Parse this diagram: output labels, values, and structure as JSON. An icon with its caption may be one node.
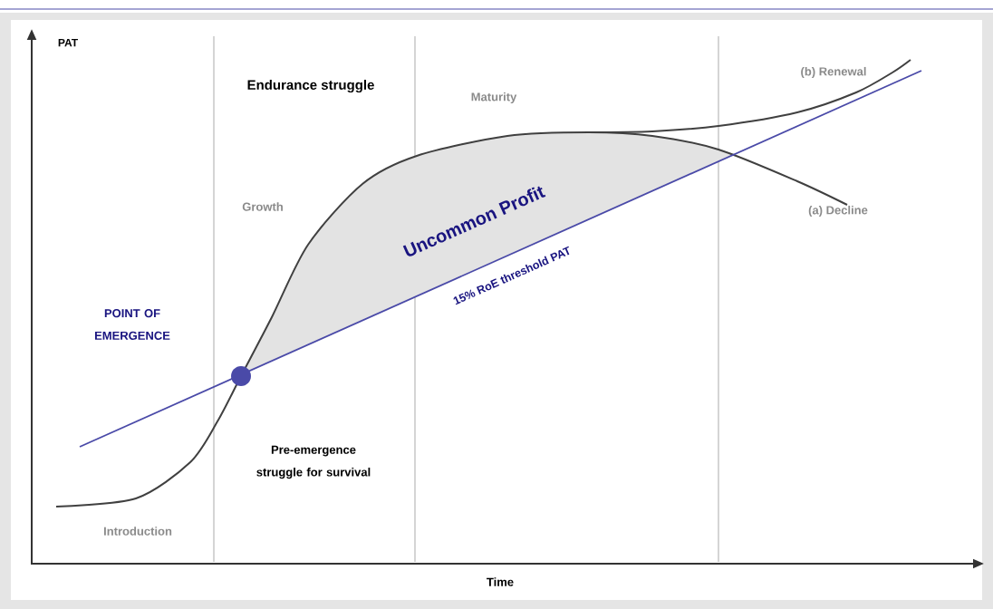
{
  "diagram": {
    "labels": [
      "PAT",
      "(b) Renewal",
      "Endurance struggle",
      "Maturity",
      "Growth",
      "(a) Decline",
      "Uncommon Profit",
      "15% RoE threshold PAT",
      "POINT OF EMERGENCE",
      "Pre-emergence struggle for survival",
      "Introduction",
      "Time"
    ]
  }
}
